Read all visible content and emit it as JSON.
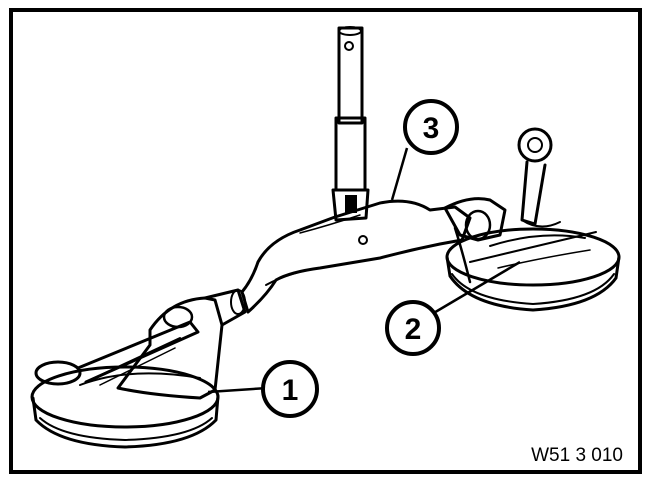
{
  "figure": {
    "reference_code": "W51 3 010",
    "callouts": [
      {
        "id": "callout-1",
        "label": "1"
      },
      {
        "id": "callout-2",
        "label": "2"
      },
      {
        "id": "callout-3",
        "label": "3"
      }
    ]
  }
}
